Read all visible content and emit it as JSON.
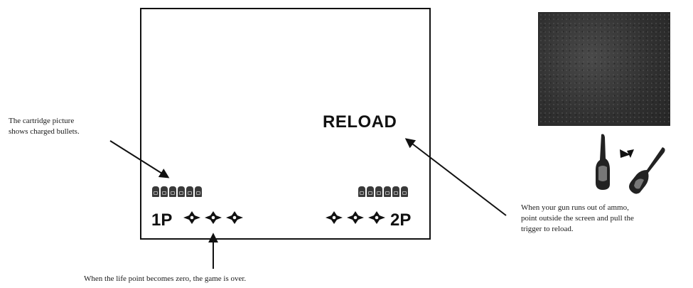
{
  "annotations": {
    "cartridge_caption": [
      "The cartridge picture",
      "shows charged bullets."
    ],
    "life_caption": "When the life point becomes zero, the game is over.",
    "reload_caption": [
      "When your gun runs out of ammo,",
      "point outside the screen and pull the",
      "trigger to reload."
    ]
  },
  "screen": {
    "reload_label": "RELOAD",
    "player1": {
      "label": "1P",
      "bullets": 6,
      "lives": 3
    },
    "player2": {
      "label": "2P",
      "bullets": 6,
      "lives": 3
    }
  },
  "icons": [
    "bullet-icon",
    "life-icon",
    "gun-pointing-at-screen-icon",
    "gun-pointing-outside-icon",
    "arrow-icon"
  ],
  "colors": {
    "ink": "#111111",
    "panel": "#303030"
  }
}
